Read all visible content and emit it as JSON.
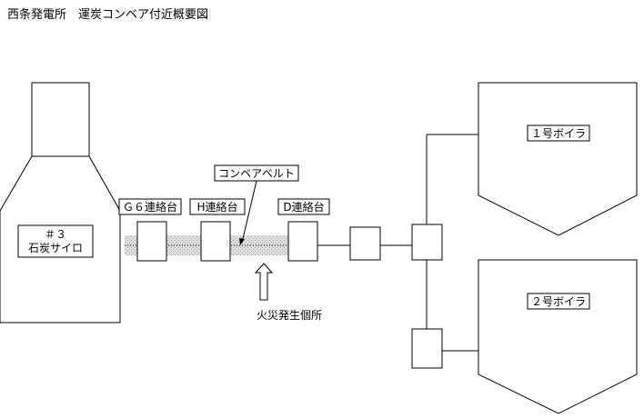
{
  "title": "西条発電所　運炭コンベア付近概要図",
  "silo": {
    "line1": "＃３",
    "line2": "石炭サイロ"
  },
  "stations": {
    "g6": "Ｇ６連絡台",
    "h": "H連絡台",
    "d": "D連絡台"
  },
  "conveyor_label": "コンベアベルト",
  "fire_label": "火災発生個所",
  "boilers": {
    "b1": "１号ボイラ",
    "b2": "２号ボイラ"
  },
  "colors": {
    "line": "#000000",
    "belt_fill": "#d9d9d9",
    "background": "#ffffff"
  },
  "icons": {
    "fire_arrow": "up-arrow-icon",
    "callout_arrow": "callout-arrow-icon"
  }
}
